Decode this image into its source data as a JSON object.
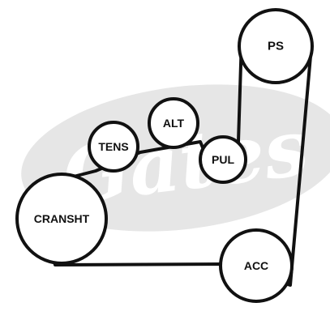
{
  "watermark": {
    "text": "Gates",
    "color": "#e6e6e6"
  },
  "belt": {
    "color": "#111111"
  },
  "pulleys": [
    {
      "id": "ps",
      "label": "PS"
    },
    {
      "id": "alt",
      "label": "ALT"
    },
    {
      "id": "tens",
      "label": "TENS"
    },
    {
      "id": "pul",
      "label": "PUL"
    },
    {
      "id": "cranksht",
      "label": "CRANSHT"
    },
    {
      "id": "acc",
      "label": "ACC"
    }
  ]
}
